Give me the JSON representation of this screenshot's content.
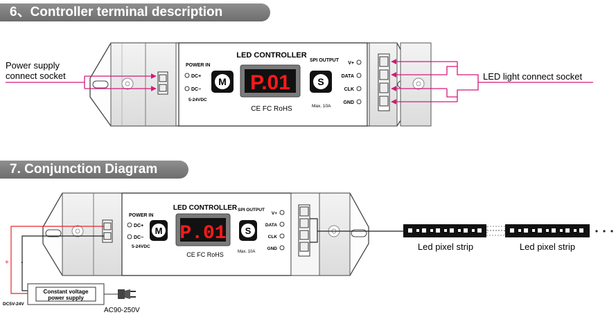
{
  "section1": {
    "title": "6、Controller terminal description",
    "left_label_line1": "Power supply",
    "left_label_line2": "connect socket",
    "right_label": "LED light connect socket"
  },
  "section2": {
    "title": "7. Conjunction Diagram",
    "strip1_label": "Led pixel strip",
    "strip2_label": "Led pixel strip",
    "psu_line1": "Constant voltage",
    "psu_line2": "power supply",
    "dc_label": "DC5V-24V",
    "ac_label": "AC90-250V",
    "plus": "+",
    "minus": "-"
  },
  "controller": {
    "title": "LED CONTROLLER",
    "power_in": "POWER IN",
    "dc_plus": "DC+",
    "dc_minus": "DC−",
    "voltage": "5-24VDC",
    "m_button": "M",
    "s_button": "S",
    "display": "P.01",
    "spi_output": "SPI OUTPUT",
    "v_plus": "V+",
    "data": "DATA",
    "clk": "CLK",
    "gnd": "GND",
    "max_current": "Max. 10A",
    "certifications": "CE FC RoHS"
  },
  "colors": {
    "arrow_magenta": "#d6177a",
    "wire_red": "#e8232a",
    "display_red": "#ff1a1a",
    "header_gray": "#7a7a7a"
  }
}
